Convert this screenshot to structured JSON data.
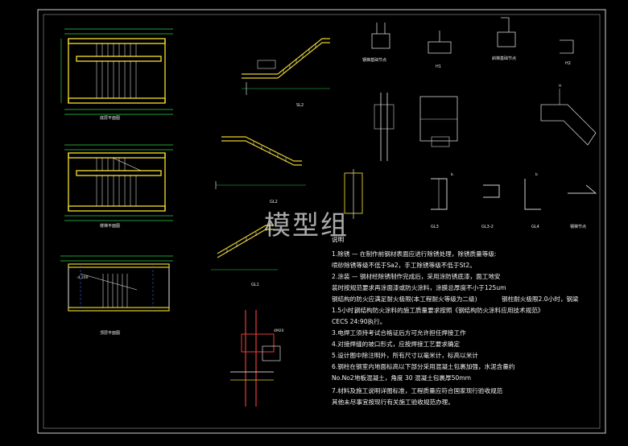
{
  "colors": {
    "background": "#000000",
    "frame": "#cfcfcf",
    "beam": "#e6d12b",
    "dimension": "#2bd14a",
    "line": "#ffffff",
    "section": "#e63b3b",
    "detail": "#d0d0d0",
    "dashed": "#3a5bd6"
  },
  "labels": {
    "plan1": "底层平面图",
    "plan2": "楼梯平面图",
    "plan3": "顶层平面图",
    "sec_top": "SL2",
    "sec_mid": "GL2",
    "sec_bot": "GL1",
    "det_a": "钢梯基础节点",
    "det_b": "H1",
    "det_c": "斜梯基础节点",
    "det_d": "H2",
    "det_gl3": "GL3",
    "det_gl3b": "GL3-2",
    "det_gl4": "GL4",
    "det_k": "钢梯节点",
    "dim_h": "H",
    "dim_b1": "b",
    "dim_b2": "b",
    "tag_1": "-4.200",
    "tag_2": "4M20"
  },
  "notes": {
    "heading": "说明",
    "items": [
      "1.除锈 — 在制作前钢材表面应进行除锈处理，除锈质量等级:",
      "  喷砂除锈等级不低于Sa2，手工除锈等级不低于St2。",
      "2.涂装 — 钢材经除锈制作完成后，采用涂防锈底漆，面工地安",
      "  装时按规范要求再涂面漆或防火涂料，涂膜总厚度不小于125um",
      "钢结构的防火应满足耐火极限(本工程耐火等级为二级)",
      "1.5小时，",
      "钢结构防火涂料的施工质量要求按照《钢结构防火涂料应用技术规范》",
      "CECS 24:90执行。",
      "3.电焊工须持考试合格证后方可允许担任焊接工作",
      "4.对接焊缝的坡口形式，应按焊接工艺要求确定",
      "5.设计图中除注明外，所有尺寸以毫米计，标高以米计",
      "6.钢柱在钢室内地面标高以下部分采用混凝土包裹加强，水泥含量约",
      "  No.No2地板混凝土，角度 30 混凝土包裹厚50mm",
      "7.材料及施工说明详图标准，工程质量应符合国家现行验收规范",
      "  其他未尽事宜按现行有关施工验收规范办理。"
    ],
    "side": "钢柱耐火极限2.0小时，钢梁"
  },
  "watermark": "模型组"
}
